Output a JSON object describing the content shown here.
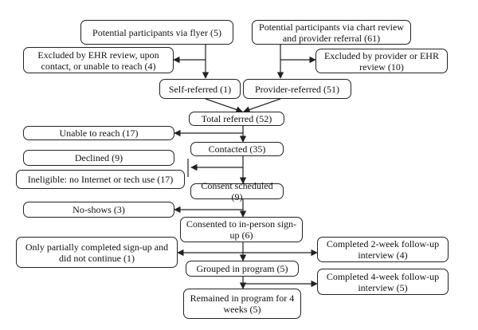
{
  "flowchart": {
    "nodes": {
      "flyer": "Potential participants via flyer (5)",
      "chart_referral": "Potential participants via chart review and provider referral (61)",
      "excluded_ehr": "Excluded by EHR review, upon contact, or unable to reach (4)",
      "excluded_provider": "Excluded by provider or EHR review (10)",
      "self_referred": "Self-referred (1)",
      "provider_referred": "Provider-referred (51)",
      "total_referred": "Total referred (52)",
      "unable_to_reach": "Unable to reach (17)",
      "contacted": "Contacted (35)",
      "declined": "Declined (9)",
      "ineligible": "Ineligible: no Internet or tech use (17)",
      "consent_scheduled": "Consent scheduled (9)",
      "no_shows": "No-shows (3)",
      "consented": "Consented to in-person sign-up (6)",
      "partial_signup": "Only partially completed sign-up and did not continue (1)",
      "followup_2wk": "Completed 2-week follow-up interview (4)",
      "grouped": "Grouped in program (5)",
      "followup_4wk": "Completed 4-week follow-up interview (5)",
      "remained": "Remained in program for 4 weeks (5)"
    }
  }
}
